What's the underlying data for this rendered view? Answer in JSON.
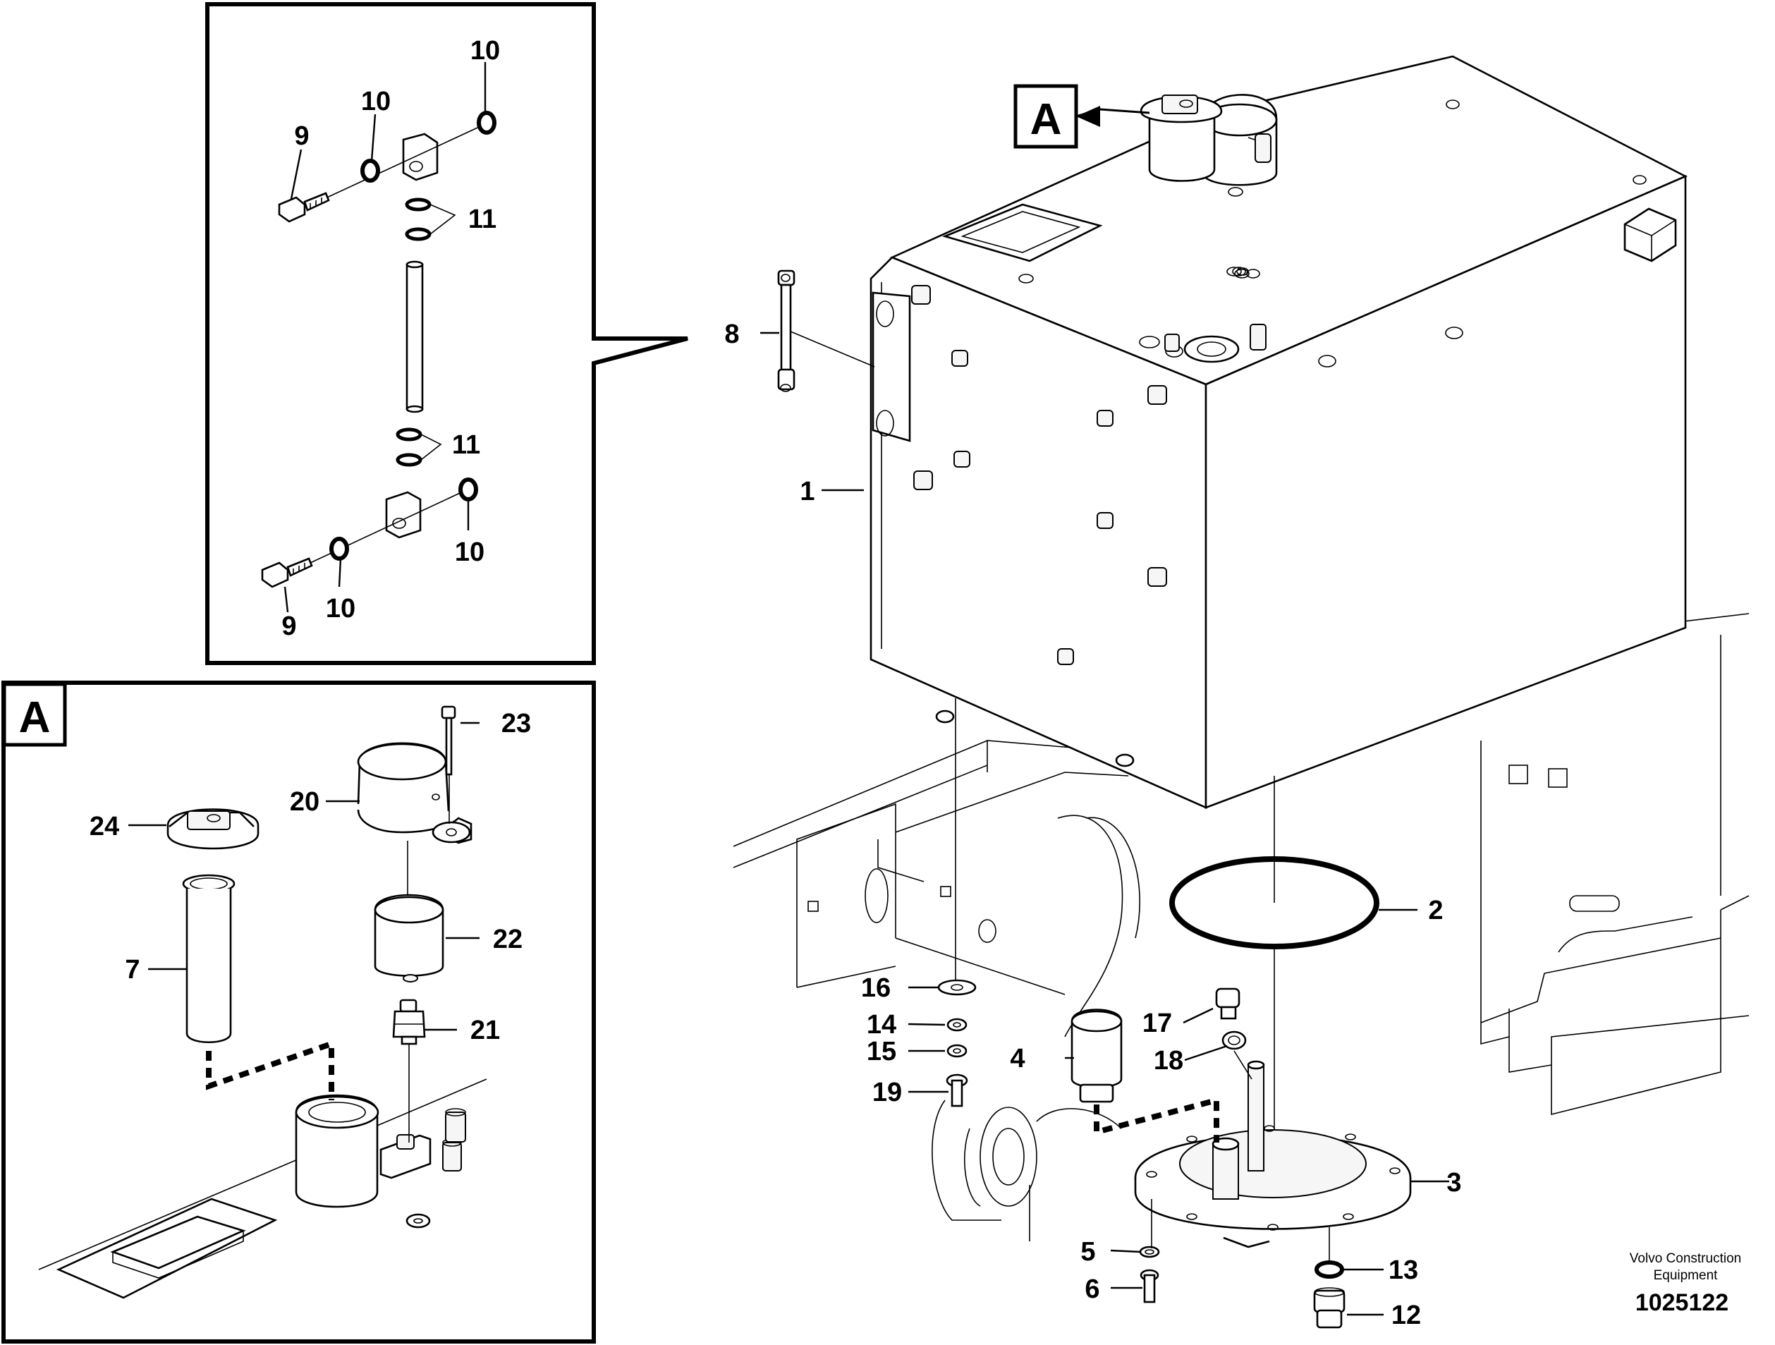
{
  "inset_label": "A",
  "callouts": {
    "c1": "1",
    "c2": "2",
    "c3": "3",
    "c4": "4",
    "c5": "5",
    "c6": "6",
    "c7": "7",
    "c8": "8",
    "c9a": "9",
    "c9b": "9",
    "c10a": "10",
    "c10b": "10",
    "c10c": "10",
    "c10d": "10",
    "c11a": "11",
    "c11b": "11",
    "c12": "12",
    "c13": "13",
    "c14": "14",
    "c15": "15",
    "c16": "16",
    "c17": "17",
    "c18": "18",
    "c19": "19",
    "c20": "20",
    "c21": "21",
    "c22": "22",
    "c23": "23",
    "c24": "24"
  },
  "credit": {
    "line1": "Volvo Construction",
    "line2": "Equipment",
    "doc_number": "1025122"
  }
}
